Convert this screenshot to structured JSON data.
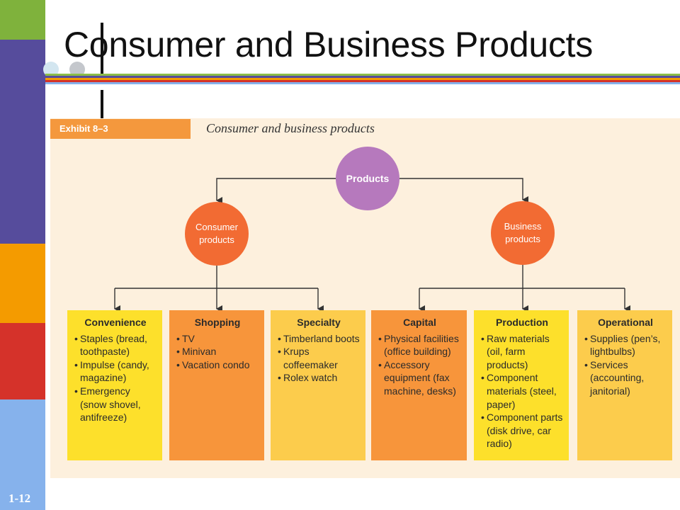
{
  "slide": {
    "title": "Consumer and Business Products",
    "number": "1-12"
  },
  "colors": {
    "sidebar": [
      "#7fb23c",
      "#564c9c",
      "#f49b00",
      "#d5322a",
      "#86b2ec"
    ],
    "stripes": [
      "#8bbd49",
      "#564c9c",
      "#f49b00",
      "#d5322a",
      "#86b2ec"
    ],
    "exhibit_label": "#f4983d",
    "products_node": "#b679bd",
    "category_node": "#f26b33"
  },
  "exhibit": {
    "label": "Exhibit 8–3",
    "title": "Consumer and business products"
  },
  "nodes": {
    "root": "Products",
    "consumer": "Consumer products",
    "business": "Business products"
  },
  "boxes": [
    {
      "title": "Convenience",
      "items": [
        "Staples (bread, toothpaste)",
        "Impulse (candy, magazine)",
        "Emergency (snow shovel, antifreeze)"
      ]
    },
    {
      "title": "Shopping",
      "items": [
        "TV",
        "Minivan",
        "Vacation condo"
      ]
    },
    {
      "title": "Specialty",
      "items": [
        "Timberland boots",
        "Krups coffeemaker",
        "Rolex watch"
      ]
    },
    {
      "title": "Capital",
      "items": [
        "Physical facilities (office building)",
        "Accessory equipment (fax machine, desks)"
      ]
    },
    {
      "title": "Production",
      "items": [
        "Raw materials (oil, farm products)",
        "Component materials (steel, paper)",
        "Component parts (disk drive, car radio)"
      ]
    },
    {
      "title": "Operational",
      "items": [
        "Supplies (pen’s, lightbulbs)",
        "Services (accounting, janitorial)"
      ]
    }
  ]
}
